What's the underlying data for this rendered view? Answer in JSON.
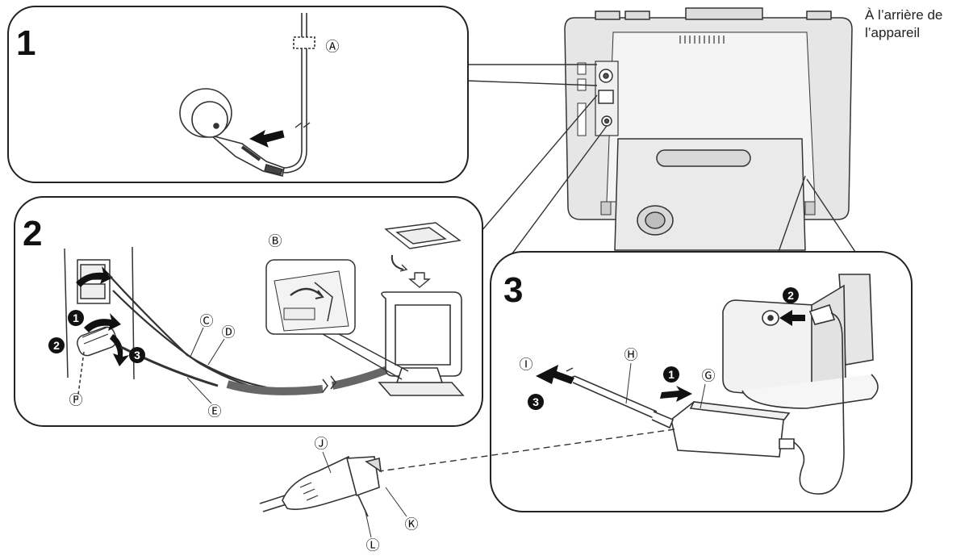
{
  "corner_label": {
    "line1": "À l’arrière de",
    "line2": "l’appareil"
  },
  "panels": [
    {
      "number": "1"
    },
    {
      "number": "2"
    },
    {
      "number": "3"
    }
  ],
  "letters": {
    "A": "Ⓐ",
    "B": "Ⓑ",
    "C": "Ⓒ",
    "D": "Ⓓ",
    "E": "Ⓔ",
    "F": "Ⓕ",
    "G": "Ⓖ",
    "H": "Ⓗ",
    "I": "Ⓘ",
    "J": "Ⓙ",
    "K": "Ⓚ",
    "L": "Ⓛ"
  },
  "bullets": {
    "one": "1",
    "two": "2",
    "three": "3"
  }
}
